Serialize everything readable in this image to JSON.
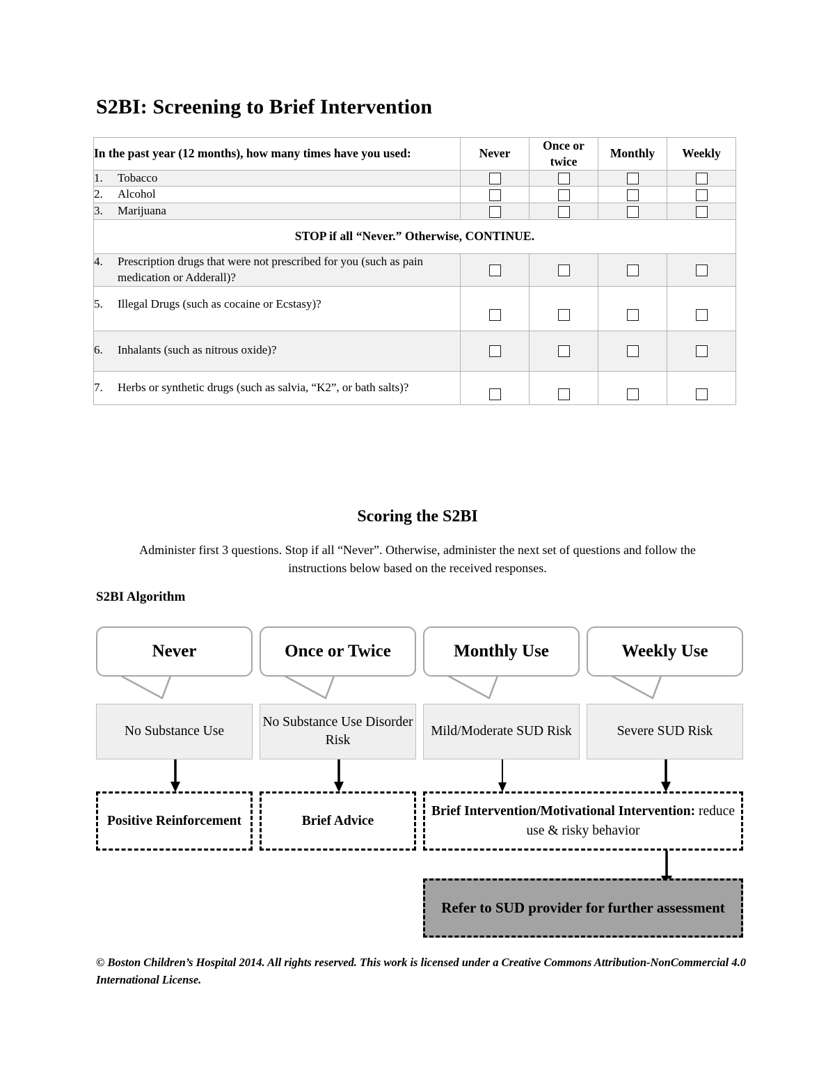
{
  "document": {
    "title": "S2BI: Screening to Brief Intervention"
  },
  "screening_table": {
    "header": {
      "question_prompt": "In the past year (12 months), how many times have you used:",
      "options": [
        "Never",
        "Once or twice",
        "Monthly",
        "Weekly"
      ]
    },
    "rows": [
      {
        "num": "1.",
        "text": "Tobacco",
        "shaded": true
      },
      {
        "num": "2.",
        "text": "Alcohol",
        "shaded": false
      },
      {
        "num": "3.",
        "text": "Marijuana",
        "shaded": true
      }
    ],
    "stop_notice": "STOP if all “Never.” Otherwise, CONTINUE.",
    "rows2": [
      {
        "num": "4.",
        "text": "Prescription drugs that were not prescribed for you (such as pain medication or Adderall)?",
        "shaded": true
      },
      {
        "num": "5.",
        "text": "Illegal Drugs (such as cocaine or Ecstasy)?",
        "shaded": false
      },
      {
        "num": "6.",
        "text": "Inhalants (such as nitrous oxide)?",
        "shaded": true
      },
      {
        "num": "7.",
        "text": "Herbs or synthetic drugs (such as salvia, “K2”, or bath salts)?",
        "shaded": false
      }
    ]
  },
  "scoring": {
    "heading": "Scoring the S2BI",
    "description": "Administer first 3 questions. Stop if all “Never”. Otherwise, administer the next set of questions and follow the instructions below based on the received responses.",
    "algorithm_label": "S2BI Algorithm"
  },
  "algorithm": {
    "bubbles": [
      "Never",
      "Once or Twice",
      "Monthly Use",
      "Weekly Use"
    ],
    "results": [
      "No Substance Use",
      "No Substance Use Disorder Risk",
      "Mild/Moderate SUD Risk",
      "Severe SUD Risk"
    ],
    "actions": {
      "positive_reinforcement": "Positive Reinforcement",
      "brief_advice": "Brief Advice",
      "brief_intervention_bold": "Brief Intervention/Motivational Intervention:",
      "brief_intervention_rest": " reduce use & risky behavior"
    },
    "refer": "Refer to SUD provider for further assessment",
    "colors": {
      "bubble_border": "#a6a6a6",
      "result_fill": "#efefef",
      "refer_fill": "#a3a3a3",
      "row_shade": "#f1f1f1"
    }
  },
  "footer": {
    "text": "© Boston Children’s Hospital 2014. All rights reserved. This work is licensed under a Creative Commons Attribution-NonCommercial 4.0 International License."
  }
}
